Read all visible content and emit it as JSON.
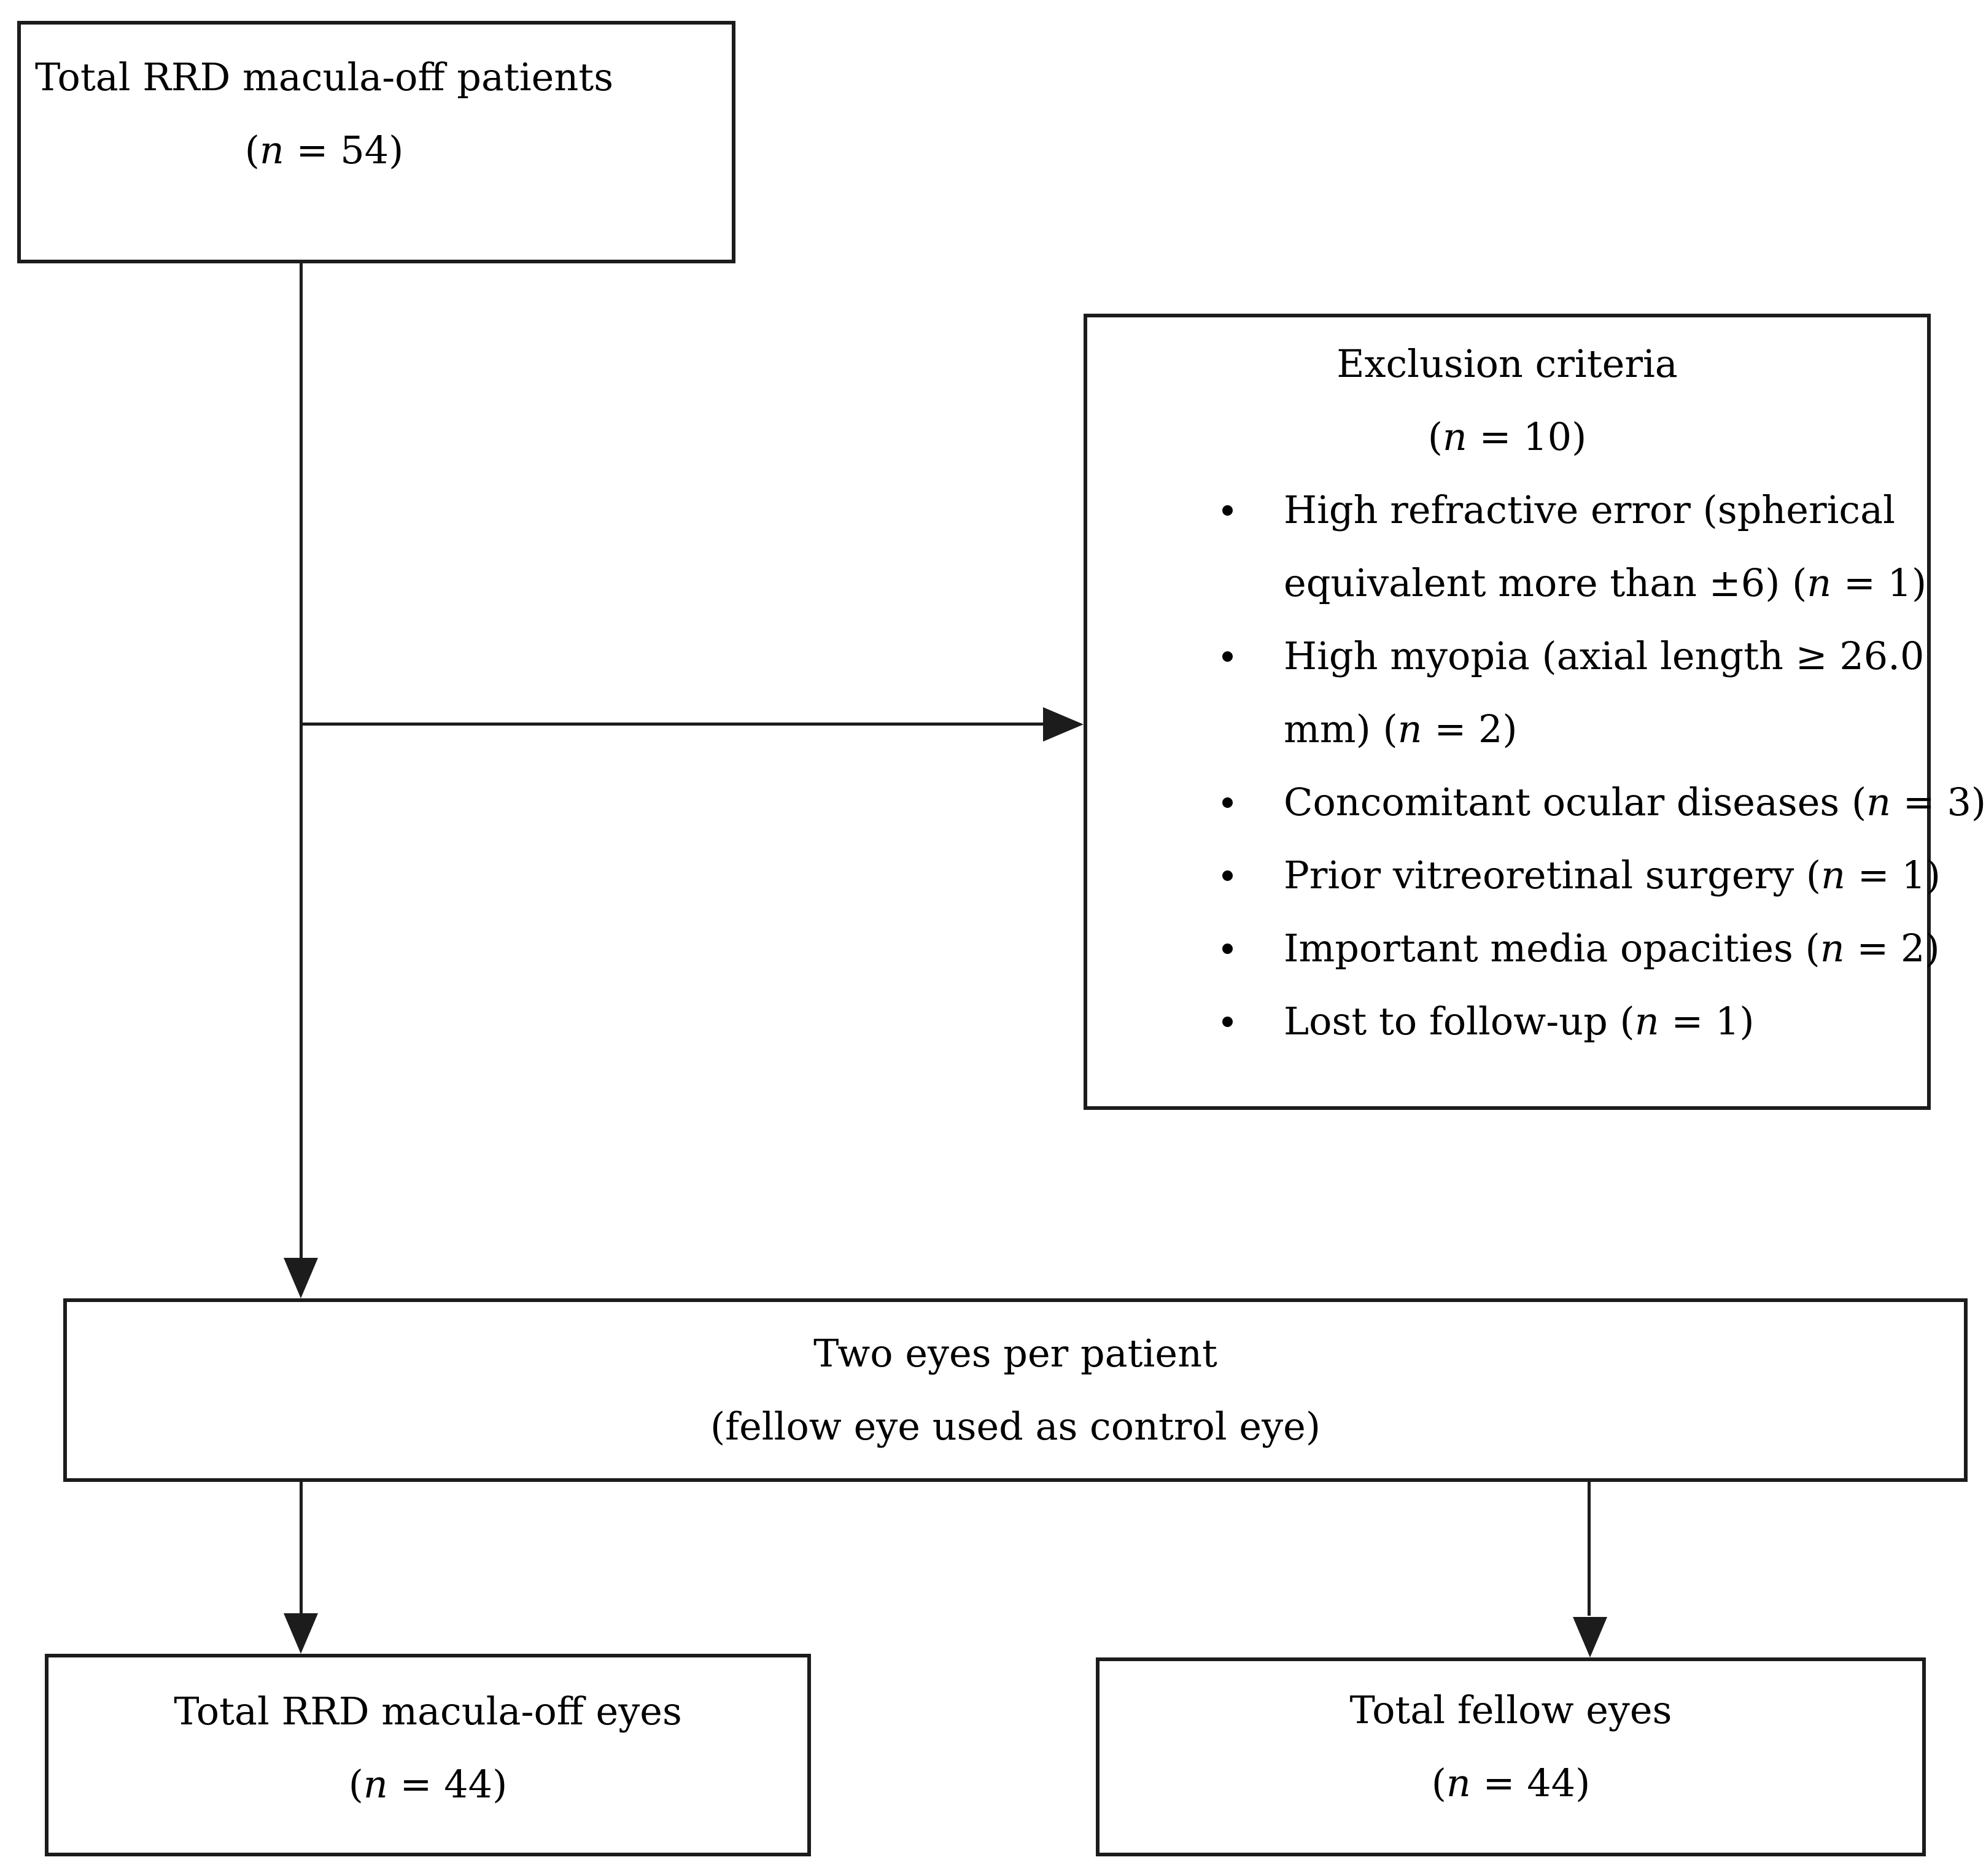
{
  "diagram": {
    "nodes": {
      "total_patients": {
        "line1": "Total RRD macula-off patients",
        "line2": "(n = 54)"
      },
      "exclusion": {
        "heading": "Exclusion criteria",
        "count": "(n = 10)",
        "items": [
          {
            "lines": [
              "High refractive error (spherical",
              "equivalent more than ±6) (n = 1)"
            ]
          },
          {
            "lines": [
              "High myopia (axial length ≥ 26.0",
              "mm) (n = 2)"
            ]
          },
          {
            "lines": [
              "Concomitant ocular diseases (n = 3)"
            ]
          },
          {
            "lines": [
              "Prior vitreoretinal surgery (n = 1)"
            ]
          },
          {
            "lines": [
              "Important media opacities (n = 2)"
            ]
          },
          {
            "lines": [
              "Lost to follow-up (n = 1)"
            ]
          }
        ]
      },
      "two_eyes": {
        "line1": "Two eyes per patient",
        "line2": "(fellow eye used as control eye)"
      },
      "rrd_eyes": {
        "line1": "Total RRD macula-off eyes",
        "line2": "(n = 44)"
      },
      "fellow_eyes": {
        "line1": "Total fellow eyes",
        "line2": "(n = 44)"
      }
    },
    "colors": {
      "line": "#1c1c1c",
      "text": "#000000",
      "background": "#ffffff"
    }
  }
}
